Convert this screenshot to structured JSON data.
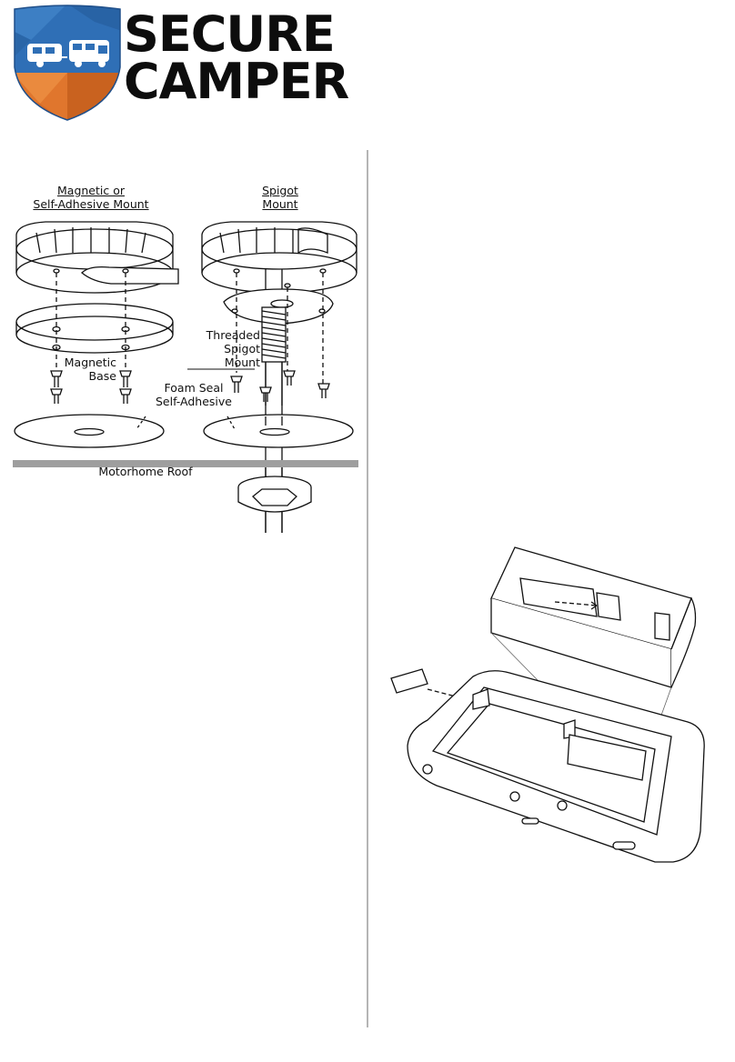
{
  "brand": {
    "line1": "SECURE",
    "line2": "CAMPER"
  },
  "colors": {
    "shield_blue": "#2f6fb6",
    "shield_orange": "#e0762d",
    "roof": "#9e9e9e"
  },
  "diagram": {
    "magnetic_mount_title_l1": "Magnetic or",
    "magnetic_mount_title_l2": "Self-Adhesive Mount",
    "spigot_mount_title_l1": "Spigot",
    "spigot_mount_title_l2": "Mount",
    "magnetic_base_l1": "Magnetic",
    "magnetic_base_l2": "Base",
    "foam_seal_l1": "Foam Seal",
    "foam_seal_l2": "Self-Adhesive",
    "threaded_l1": "Threaded",
    "threaded_l2": "Spigot",
    "threaded_l3": "Mount",
    "roof": "Motorhome Roof"
  }
}
